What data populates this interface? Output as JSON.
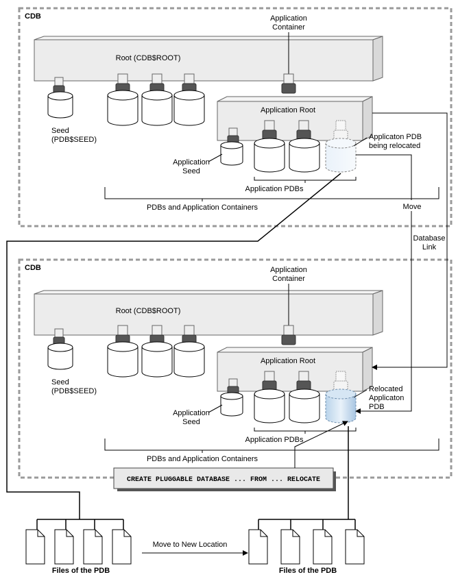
{
  "panels": [
    {
      "cdb_label": "CDB",
      "root_label": "Root (CDB$ROOT)",
      "app_container_label": [
        "Application",
        "Container"
      ],
      "seed_label": [
        "Seed",
        "(PDB$SEED)"
      ],
      "app_root_label": "Application Root",
      "app_seed_label": [
        "Application",
        "Seed"
      ],
      "app_pdbs_label": "Application PDBs",
      "pdbs_label": "PDBs and Application Containers",
      "special_pdb_label": [
        "Applicaton PDB",
        "being relocated"
      ]
    },
    {
      "cdb_label": "CDB",
      "root_label": "Root (CDB$ROOT)",
      "app_container_label": [
        "Application",
        "Container"
      ],
      "seed_label": [
        "Seed",
        "(PDB$SEED)"
      ],
      "app_root_label": "Application Root",
      "app_seed_label": [
        "Application",
        "Seed"
      ],
      "app_pdbs_label": "Application PDBs",
      "pdbs_label": "PDBs and Application Containers",
      "special_pdb_label": [
        "Relocated",
        "Applicaton",
        "PDB"
      ]
    }
  ],
  "move_label": "Move",
  "database_link_label": [
    "Database",
    "Link"
  ],
  "command_text": "CREATE PLUGGABLE DATABASE ... FROM ... RELOCATE",
  "move_to_new_location_label": "Move to New Location",
  "files_left_label": "Files of the PDB",
  "files_right_label": "Files of the PDB"
}
